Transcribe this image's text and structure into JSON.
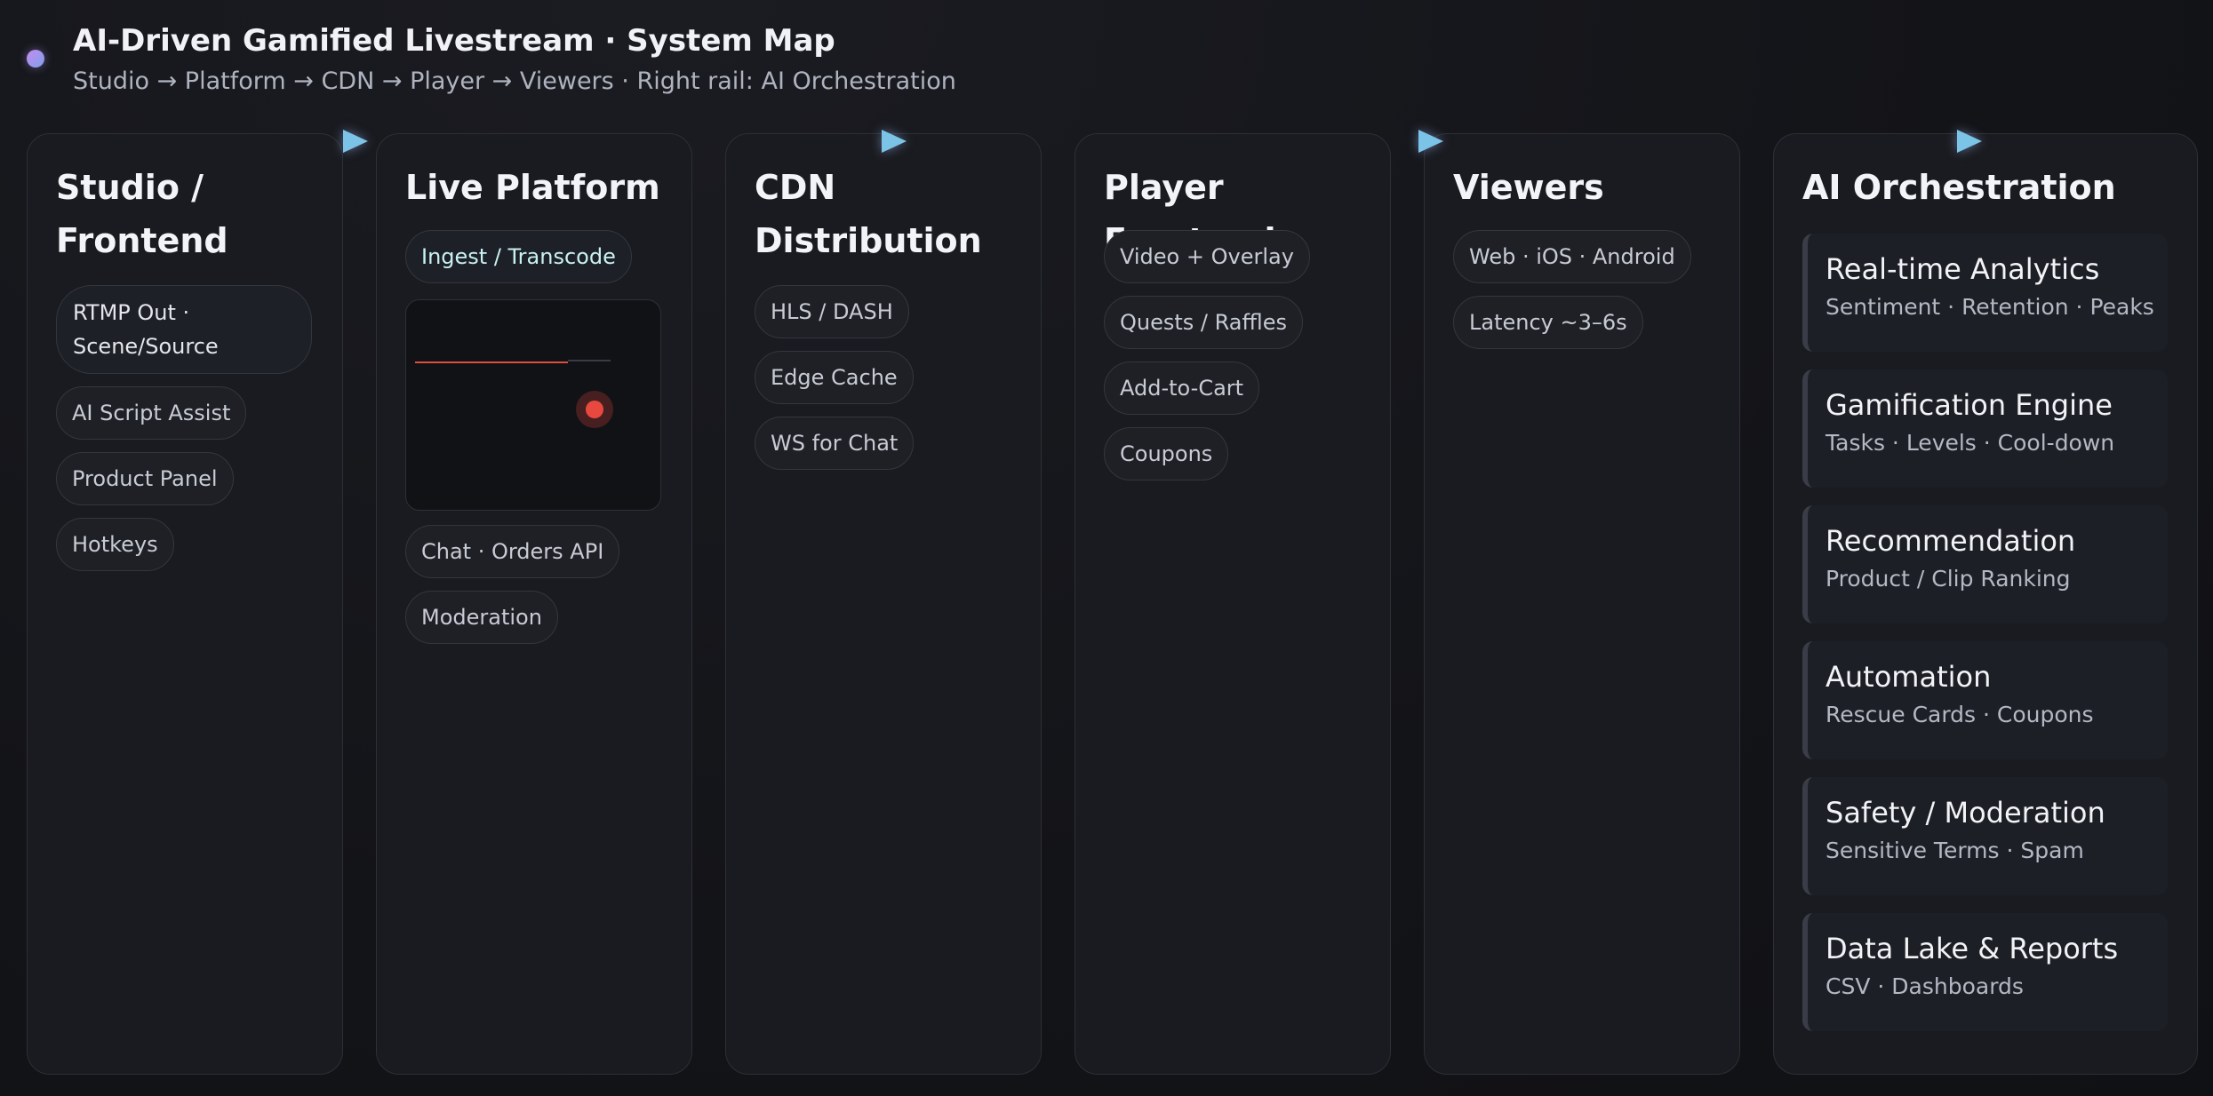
{
  "header": {
    "title": "AI-Driven Gamified Livestream · System Map",
    "subtitle": "Studio → Platform → CDN → Player → Viewers · Right rail: AI Orchestration"
  },
  "columns": {
    "studio": {
      "title_line1": "Studio /",
      "title_line2": "Frontend",
      "chips": [
        "RTMP Out · Scene/Source",
        "AI Script Assist",
        "Product Panel",
        "Hotkeys"
      ]
    },
    "platform": {
      "title": "Live Platform",
      "chips_top": [
        "Ingest / Transcode"
      ],
      "chips_bottom": [
        "Chat · Orders API",
        "Moderation"
      ]
    },
    "cdn": {
      "title_line1": "CDN",
      "title_line2": "Distribution",
      "chips": [
        "HLS / DASH",
        "Edge Cache",
        "WS for Chat"
      ]
    },
    "player": {
      "title": "Player Frontend",
      "chips": [
        "Video + Overlay",
        "Quests / Raffles",
        "Add-to-Cart",
        "Coupons"
      ]
    },
    "viewers": {
      "title": "Viewers",
      "chips": [
        "Web · iOS · Android",
        "Latency ~3–6s"
      ]
    },
    "ai": {
      "title": "AI Orchestration",
      "cards": [
        {
          "title": "Real-time Analytics",
          "sub": "Sentiment · Retention · Peaks"
        },
        {
          "title": "Gamification Engine",
          "sub": "Tasks · Levels · Cool-down"
        },
        {
          "title": "Recommendation",
          "sub": "Product / Clip Ranking"
        },
        {
          "title": "Automation",
          "sub": "Rescue Cards · Coupons"
        },
        {
          "title": "Safety / Moderation",
          "sub": "Sensitive Terms · Spam"
        },
        {
          "title": "Data Lake & Reports",
          "sub": "CSV · Dashboards"
        }
      ]
    }
  },
  "colors": {
    "accent_arrow": "#7cc3e8",
    "live_dot": "#e8493f",
    "signal_line": "#d9503f"
  }
}
